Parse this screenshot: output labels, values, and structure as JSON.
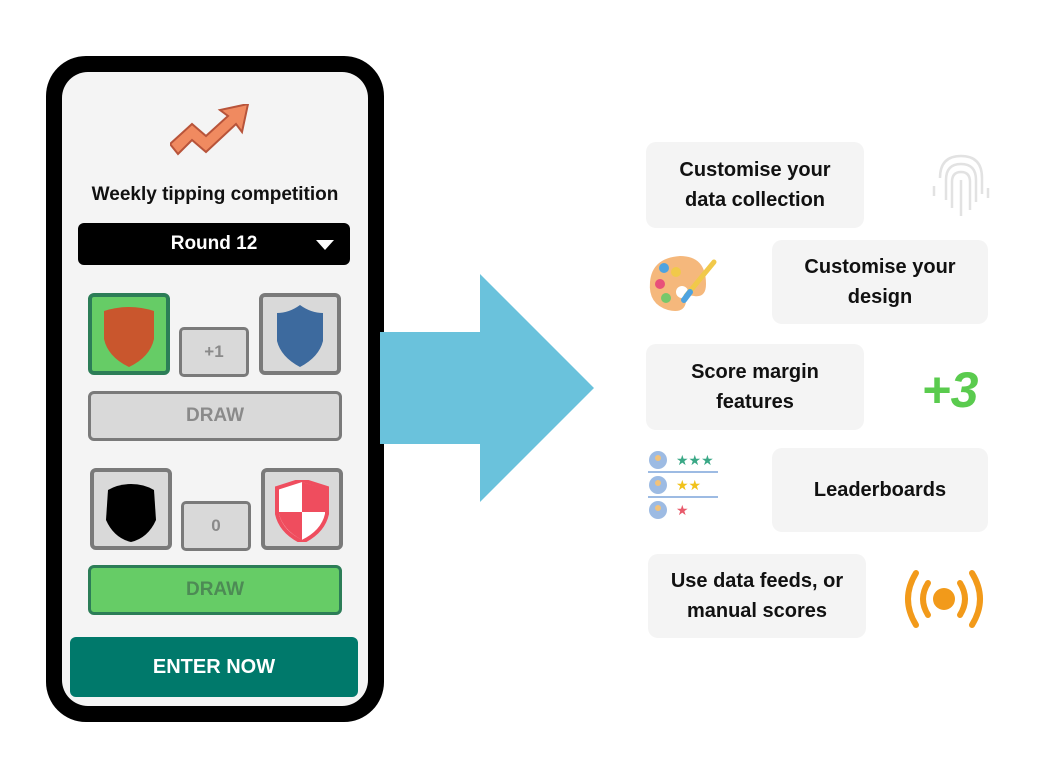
{
  "phone": {
    "title": "Weekly tipping competition",
    "round_selector": {
      "value": "Round 12"
    },
    "matches": [
      {
        "home_team": "orange-shield",
        "away_team": "blue-shield",
        "margin": "+1",
        "draw_label": "DRAW",
        "selected": "home"
      },
      {
        "home_team": "black-shield",
        "away_team": "red-white-shield",
        "margin": "0",
        "draw_label": "DRAW",
        "selected": "draw"
      }
    ],
    "enter_button": "ENTER NOW"
  },
  "features": [
    {
      "label": "Customise your\ndata collection",
      "icon": "fingerprint-icon"
    },
    {
      "label": "Customise your\ndesign",
      "icon": "paint-palette-icon"
    },
    {
      "label": "Score margin\nfeatures",
      "icon": "plus-three-icon",
      "icon_text": "+3"
    },
    {
      "label": "Leaderboards",
      "icon": "leaderboard-icon"
    },
    {
      "label": "Use data feeds, or\nmanual scores",
      "icon": "broadcast-icon"
    }
  ],
  "colors": {
    "accent_teal": "#00796b",
    "selected_green": "#66cc66",
    "arrow_blue": "#6ac2dc",
    "broadcast_orange": "#f29a1a",
    "plus3_green": "#5acb4e"
  }
}
